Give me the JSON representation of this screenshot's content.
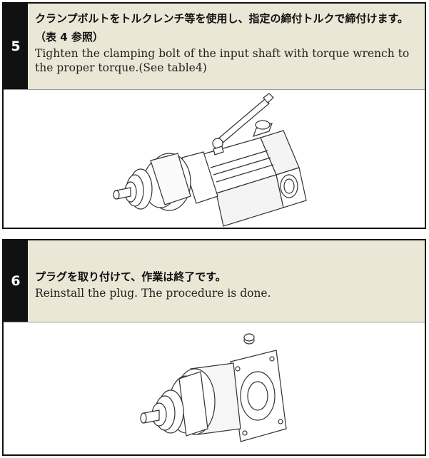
{
  "steps": [
    {
      "number": "5",
      "jp": "クランプボルトをトルクレンチ等を使用し、指定の締付トルクで締付けます。（表 4 参照）",
      "en": "Tighten the clamping bolt of the input shaft with torque wrench to the proper torque.(See table4)"
    },
    {
      "number": "6",
      "jp": "プラグを取り付けて、作業は終了です。",
      "en": "Reinstall the plug. The procedure is done."
    }
  ]
}
